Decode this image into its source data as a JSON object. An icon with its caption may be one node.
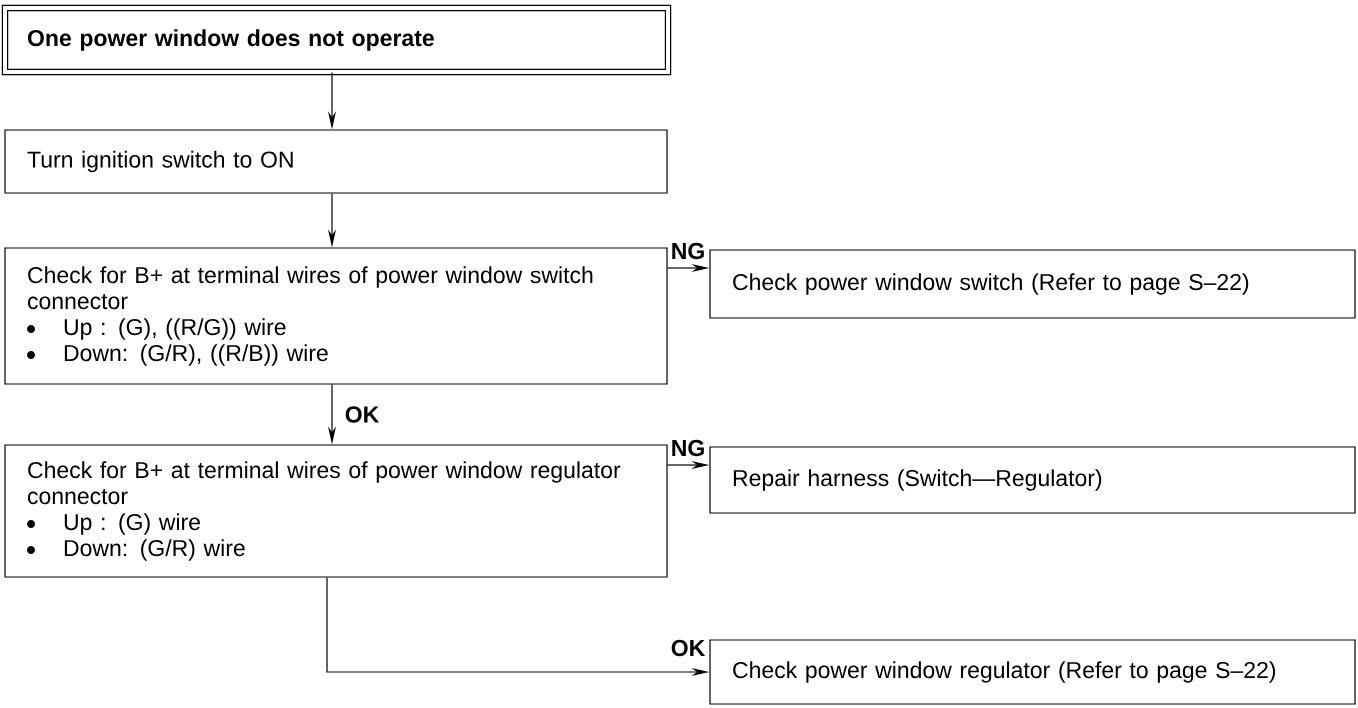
{
  "diagram": {
    "nodes": [
      {
        "text": [
          "One power window does not operate"
        ]
      },
      {
        "text": [
          "Turn ignition switch to ON"
        ]
      },
      {
        "text": [
          "Check for B+ at terminal wires of power window switch connector",
          "Up : (G), ((R/G)) wire",
          "Down: (G/R), ((R/B)) wire"
        ]
      },
      {
        "text": [
          "Check power window switch (Refer to page S–22)"
        ]
      },
      {
        "text": [
          "Check for B+ at terminal wires of power window regulator connector",
          "Up : (G) wire",
          "Down: (G/R) wire"
        ]
      },
      {
        "text": [
          "Repair harness (Switch—Regulator)"
        ]
      },
      {
        "text": [
          "Check power window regulator (Refer to page S–22)"
        ]
      }
    ],
    "edges": [
      {
        "from": 0,
        "to": 1,
        "arrow": "to"
      },
      {
        "from": 1,
        "to": 2,
        "arrow": "to"
      },
      {
        "from": 2,
        "to": 3,
        "arrow": "to",
        "label": "NG"
      },
      {
        "from": 2,
        "to": 4,
        "arrow": "to",
        "label": "OK"
      },
      {
        "from": 4,
        "to": 5,
        "arrow": "to",
        "label": "NG"
      },
      {
        "from": 4,
        "to": 6,
        "arrow": "to",
        "label": "OK"
      }
    ]
  }
}
